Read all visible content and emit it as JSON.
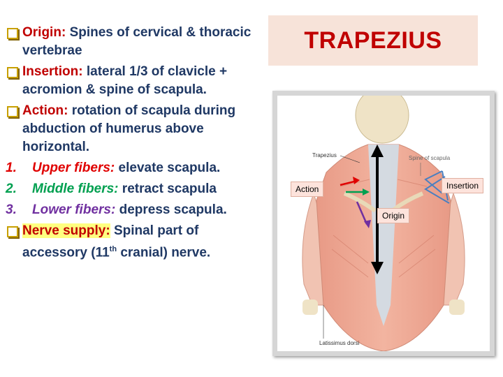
{
  "title": "TRAPEZIUS",
  "bullets": {
    "origin_label": "Origin:",
    "origin_text": "Spines of cervical & thoracic vertebrae",
    "insertion_label": "Insertion:",
    "insertion_text": "lateral 1/3 of clavicle + acromion & spine of scapula.",
    "action_label": "Action:",
    "action_text": "rotation of scapula during abduction of humerus above horizontal.",
    "n1": "1.",
    "upper_label": "Upper fibers:",
    "upper_text": "elevate scapula.",
    "n2": "2.",
    "middle_label": "Middle fibers:",
    "middle_text": "retract scapula",
    "n3": "3.",
    "lower_label": "Lower fibers:",
    "lower_text": "depress scapula.",
    "nerve_label": "Nerve supply:",
    "nerve_text_1": "Spinal part of accessory (11",
    "nerve_sup": "th",
    "nerve_text_2": " cranial) nerve."
  },
  "figure": {
    "label_trapezius": "Trapezius",
    "label_spine": "Spine of scapula",
    "label_latissimus": "Latissimus dorsi",
    "box_action": "Action",
    "box_insertion": "Insertion",
    "box_origin": "Origin"
  },
  "colors": {
    "title": "#c00000",
    "text": "#1f3864",
    "upper": "#e00000",
    "middle": "#00a050",
    "lower": "#7030a0"
  }
}
